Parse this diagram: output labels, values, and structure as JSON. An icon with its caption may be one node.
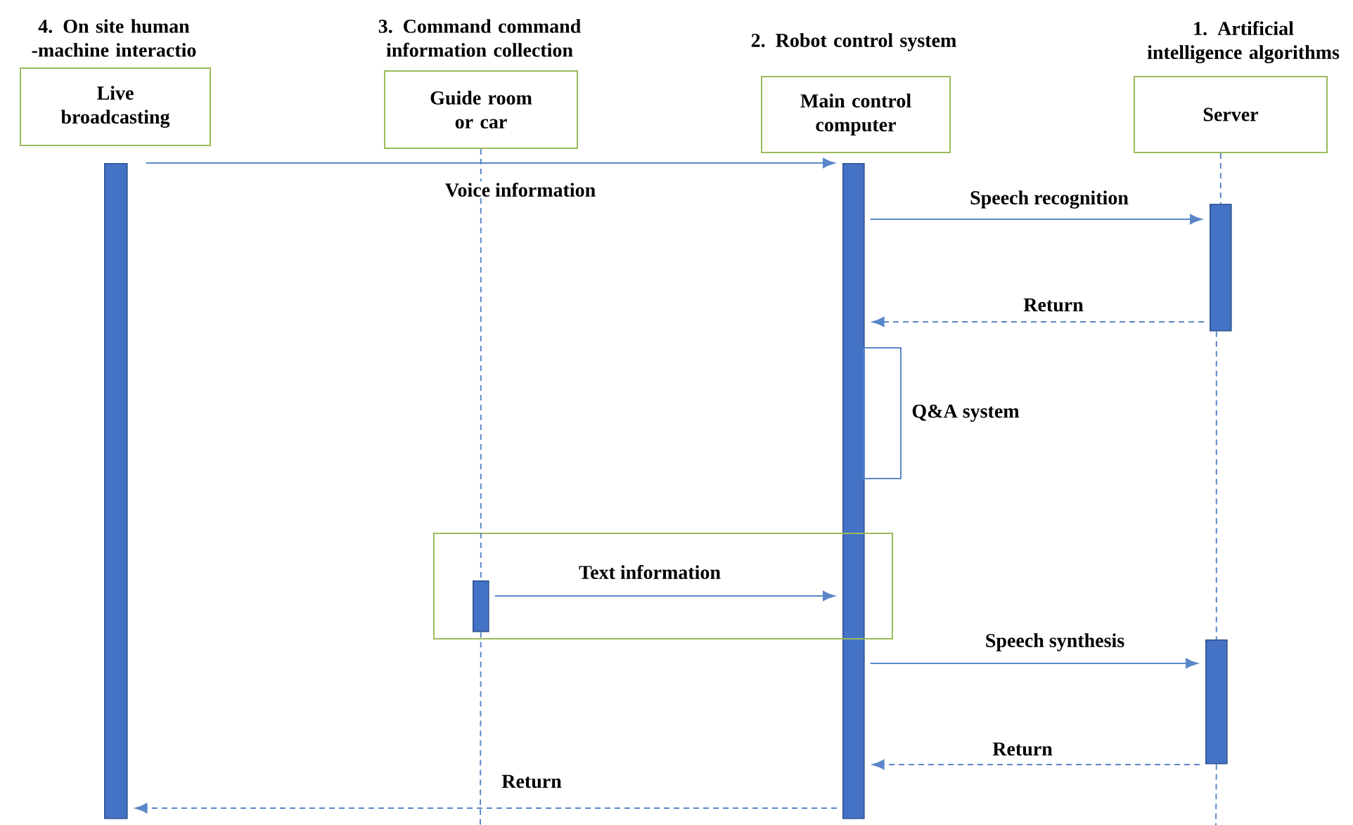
{
  "diagram": {
    "nodes": [
      {
        "text": [
          "4. On site human -machine interactio",
          "Live broadcasting"
        ]
      },
      {
        "text": [
          "3. Command command information collection",
          "Guide room or car"
        ]
      },
      {
        "text": [
          "2. Robot control system",
          "Main control computer"
        ]
      },
      {
        "text": [
          "1. Artificial intelligence algorithms",
          "Server"
        ]
      },
      {
        "text": [],
        "shape": "bar"
      },
      {
        "text": [],
        "shape": "bar"
      },
      {
        "text": [],
        "shape": "bar"
      },
      {
        "text": [],
        "shape": "box",
        "beside": [
          "Q&A system"
        ]
      },
      {
        "text": [],
        "shape": "box"
      },
      {
        "text": [],
        "shape": "bar",
        "in": 8
      },
      {
        "text": [],
        "shape": "bar"
      }
    ],
    "edges": [
      {
        "from": 4,
        "to": 5,
        "arrow": "to",
        "label": "Voice information"
      },
      {
        "from": 5,
        "to": 6,
        "arrow": "to",
        "label": "Speech recognition"
      },
      {
        "from": 6,
        "to": 5,
        "arrow": "to",
        "label": "Return",
        "style": "dashed"
      },
      {
        "from": 9,
        "to": 5,
        "arrow": "to",
        "label": "Text information"
      },
      {
        "from": 5,
        "to": 10,
        "arrow": "to",
        "label": "Speech synthesis"
      },
      {
        "from": 10,
        "to": 5,
        "arrow": "to",
        "label": "Return",
        "style": "dashed"
      },
      {
        "from": 5,
        "to": 4,
        "arrow": "to",
        "label": "Return",
        "style": "dashed"
      },
      {
        "from": 1,
        "to": 9,
        "arrow": "none",
        "style": "dashed"
      },
      {
        "from": 9,
        "to": null,
        "arrow": "none",
        "style": "dashed"
      },
      {
        "from": 3,
        "to": 6,
        "arrow": "none",
        "style": "dashed"
      },
      {
        "from": 6,
        "to": 10,
        "arrow": "none",
        "style": "dashed"
      },
      {
        "from": 10,
        "to": null,
        "arrow": "none",
        "style": "dashed"
      }
    ]
  }
}
